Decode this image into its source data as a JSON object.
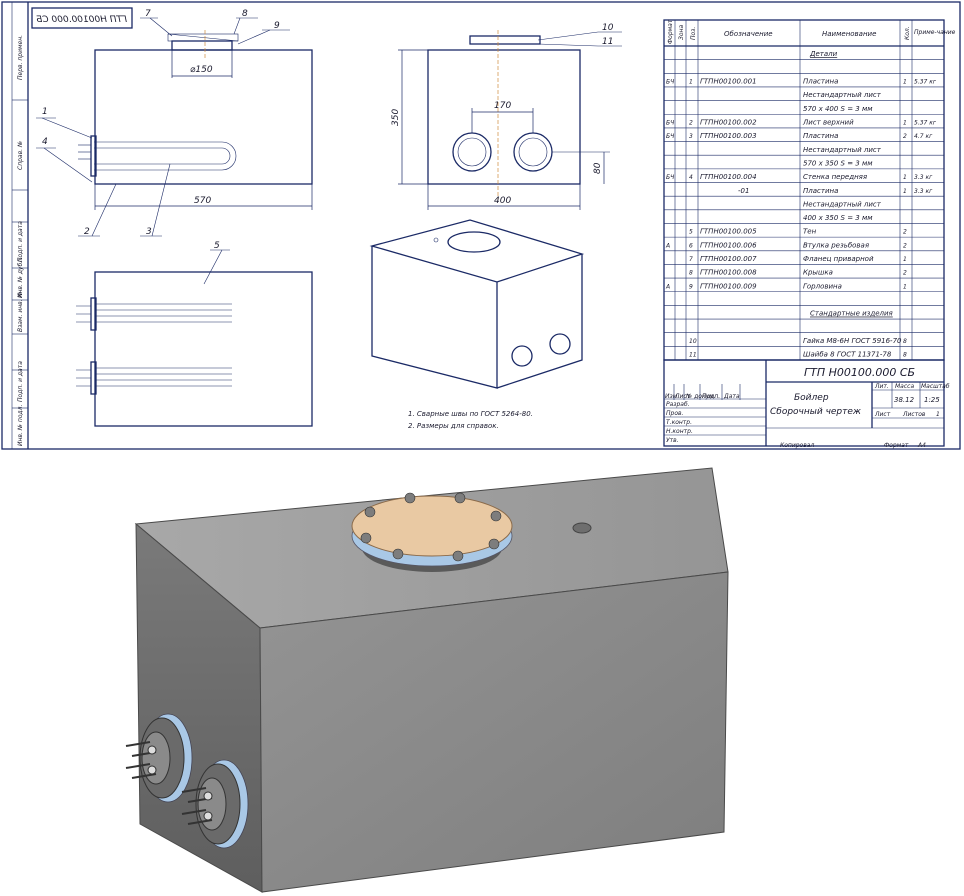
{
  "drawing": {
    "mirror_stamp": "ГТП Н00100.000 СБ",
    "side_labels": [
      "Перв. примен.",
      "Справ. №",
      "Подп. и дата",
      "Инв. № дубл.",
      "Взам. инв. №",
      "Подп. и дата",
      "Инв. № подл."
    ],
    "callouts": {
      "c1": "1",
      "c2": "2",
      "c3": "3",
      "c4": "4",
      "c5": "5",
      "c7": "7",
      "c8": "8",
      "c9": "9",
      "c10": "10",
      "c11": "11"
    },
    "dimensions": {
      "flange_dia": "⌀150",
      "length": "570",
      "height": "350",
      "width": "400",
      "hole_spacing": "170",
      "hole_offset": "80"
    },
    "notes": [
      "1. Сварные швы по ГОСТ 5264-80.",
      "2. Размеры для справок."
    ],
    "spec_headers": {
      "format": "Формат",
      "zone": "Зона",
      "pos": "Поз.",
      "designation": "Обозначение",
      "name": "Наименование",
      "qty": "Кол.",
      "note": "Приме-чание"
    },
    "spec_rows": [
      {
        "format": "",
        "pos": "",
        "designation": "",
        "name": "Детали",
        "qty": "",
        "note": "",
        "heading": true
      },
      {
        "format": "",
        "pos": "",
        "designation": "",
        "name": "",
        "qty": "",
        "note": ""
      },
      {
        "format": "БЧ",
        "pos": "1",
        "designation": "ГТПН00100.001",
        "name": "Пластина",
        "qty": "1",
        "note": "5.37 кг"
      },
      {
        "format": "",
        "pos": "",
        "designation": "",
        "name": "Нестандартный лист",
        "qty": "",
        "note": ""
      },
      {
        "format": "",
        "pos": "",
        "designation": "",
        "name": "570 х 400 S = 3 мм",
        "qty": "",
        "note": ""
      },
      {
        "format": "БЧ",
        "pos": "2",
        "designation": "ГТПН00100.002",
        "name": "Лист верхний",
        "qty": "1",
        "note": "5.37 кг"
      },
      {
        "format": "БЧ",
        "pos": "3",
        "designation": "ГТПН00100.003",
        "name": "Пластина",
        "qty": "2",
        "note": "4.7 кг"
      },
      {
        "format": "",
        "pos": "",
        "designation": "",
        "name": "Нестандартный лист",
        "qty": "",
        "note": ""
      },
      {
        "format": "",
        "pos": "",
        "designation": "",
        "name": "570 х 350 S = 3 мм",
        "qty": "",
        "note": ""
      },
      {
        "format": "БЧ",
        "pos": "4",
        "designation": "ГТПН00100.004",
        "name": "Стенка передняя",
        "qty": "1",
        "note": "3.3 кг"
      },
      {
        "format": "",
        "pos": "",
        "designation": "-01",
        "name": "Пластина",
        "qty": "1",
        "note": "3.3 кг"
      },
      {
        "format": "",
        "pos": "",
        "designation": "",
        "name": "Нестандартный лист",
        "qty": "",
        "note": ""
      },
      {
        "format": "",
        "pos": "",
        "designation": "",
        "name": "400 х 350 S = 3 мм",
        "qty": "",
        "note": ""
      },
      {
        "format": "",
        "pos": "5",
        "designation": "ГТПН00100.005",
        "name": "Тен",
        "qty": "2",
        "note": ""
      },
      {
        "format": "А",
        "pos": "6",
        "designation": "ГТПН00100.006",
        "name": "Втулка резьбовая",
        "qty": "2",
        "note": ""
      },
      {
        "format": "",
        "pos": "7",
        "designation": "ГТПН00100.007",
        "name": "Фланец приварной",
        "qty": "1",
        "note": ""
      },
      {
        "format": "",
        "pos": "8",
        "designation": "ГТПН00100.008",
        "name": "Крышка",
        "qty": "2",
        "note": ""
      },
      {
        "format": "А",
        "pos": "9",
        "designation": "ГТПН00100.009",
        "name": "Горловина",
        "qty": "1",
        "note": ""
      },
      {
        "format": "",
        "pos": "",
        "designation": "",
        "name": "",
        "qty": "",
        "note": ""
      },
      {
        "format": "",
        "pos": "",
        "designation": "",
        "name": "Стандартные изделия",
        "qty": "",
        "note": "",
        "heading": true
      },
      {
        "format": "",
        "pos": "",
        "designation": "",
        "name": "",
        "qty": "",
        "note": ""
      },
      {
        "format": "",
        "pos": "10",
        "designation": "",
        "name": "Гайка М8-6Н ГОСТ 5916-70",
        "qty": "8",
        "note": ""
      },
      {
        "format": "",
        "pos": "11",
        "designation": "",
        "name": "Шайба 8 ГОСТ 11371-78",
        "qty": "8",
        "note": ""
      }
    ],
    "title_block": {
      "code": "ГТП Н00100.000 СБ",
      "product": "Бойлер",
      "doc_type": "Сборочный чертеж",
      "col_lit": "Лит.",
      "col_mass": "Масса",
      "col_scale": "Масштаб",
      "mass": "38.12",
      "scale": "1:25",
      "sheet_label": "Лист",
      "sheets_label": "Листов",
      "sheets": "1",
      "rows": [
        "Изм.",
        "Лист",
        "№ докум.",
        "Подп.",
        "Дата",
        "Разраб.",
        "Пров.",
        "Т.контр.",
        "Н.контр.",
        "Утв."
      ],
      "copied": "Копировал",
      "format_label": "Формат",
      "format": "А4"
    }
  },
  "render": {
    "colors": {
      "body_top": "#9c9c9c",
      "body_front": "#8a8a8a",
      "body_side": "#6f6f6f",
      "flange": "#e9c9a3",
      "gasket": "#a9c8e6"
    }
  }
}
